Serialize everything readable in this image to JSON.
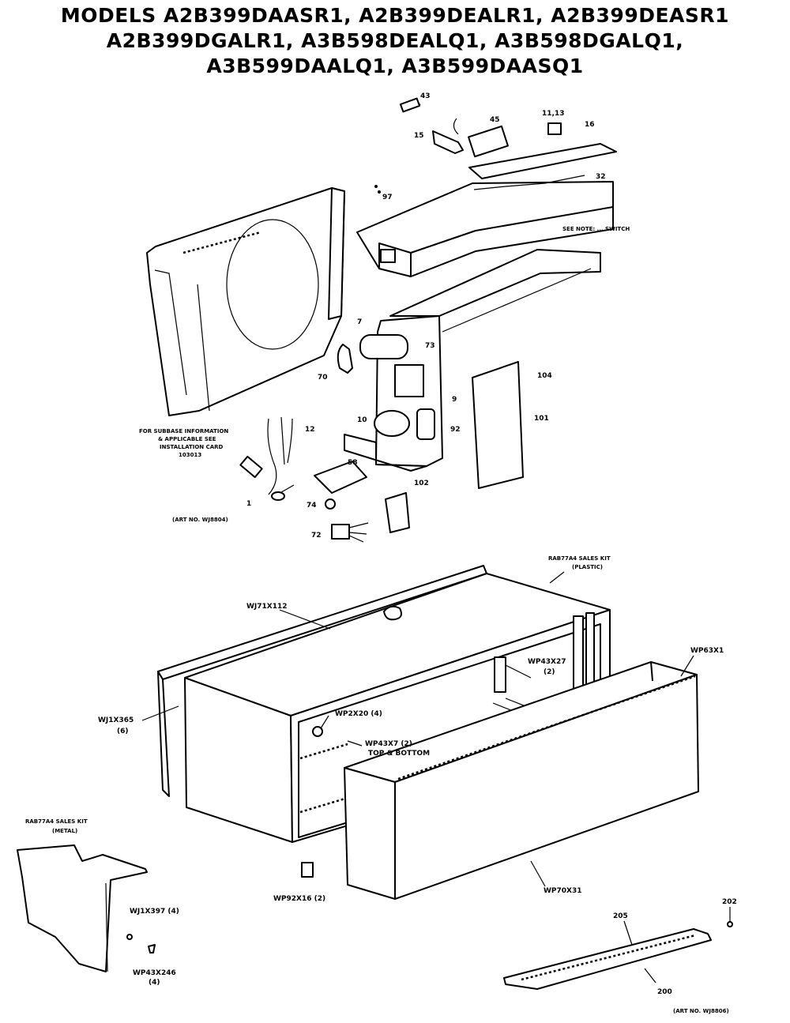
{
  "title": {
    "line1": "MODELS A2B399DAASR1, A2B399DEALR1, A2B399DEASR1",
    "line2": "A2B399DGALR1, A3B598DEALQ1, A3B598DGALQ1,",
    "line3": "A3B599DAALQ1, A3B599DAASQ1"
  },
  "upper_assembly": {
    "callouts": {
      "c43": "43",
      "c15": "15",
      "c45": "45",
      "c1113": "11,13",
      "c16": "16",
      "c32": "32",
      "c97": "97",
      "c7": "7",
      "c70": "70",
      "c73": "73",
      "c9": "9",
      "c104": "104",
      "c101": "101",
      "c10": "10",
      "c92": "92",
      "c12": "12",
      "c58": "58",
      "c1": "1",
      "c74": "74",
      "c72": "72",
      "c102": "102"
    },
    "notes": {
      "switch_note": "SEE NOTE: ... SWITCH",
      "info_note_1": "FOR SUBBASE INFORMATION",
      "info_note_2": "& APPLICABLE SEE",
      "info_note_3": "INSTALLATION CARD",
      "info_note_4": "103013"
    },
    "art_no": "(ART NO. WJ8804)"
  },
  "lower_assembly": {
    "callouts": {
      "rab_plastic_1": "RAB77A4 SALES KIT",
      "rab_plastic_2": "(PLASTIC)",
      "wj71x112": "WJ71X112",
      "wp63x1": "WP63X1",
      "wp43x27": "WP43X27",
      "wp43x27_qty": "(2)",
      "wj1x365": "WJ1X365",
      "wj1x365_qty": "(6)",
      "wp2x20": "WP2X20 (4)",
      "wp43x7": "WP43X7 (2)",
      "top_bottom": "TOP & BOTTOM",
      "rab_metal_1": "RAB77A4 SALES KIT",
      "rab_metal_2": "(METAL)",
      "wj1x397": "WJ1X397 (4)",
      "wp43x246": "WP43X246",
      "wp43x246_qty": "(4)",
      "wp92x16": "WP92X16 (2)",
      "wp70x31": "WP70X31",
      "c202": "202",
      "c205": "205",
      "c200": "200"
    },
    "art_no": "(ART NO. WJ8806)"
  }
}
